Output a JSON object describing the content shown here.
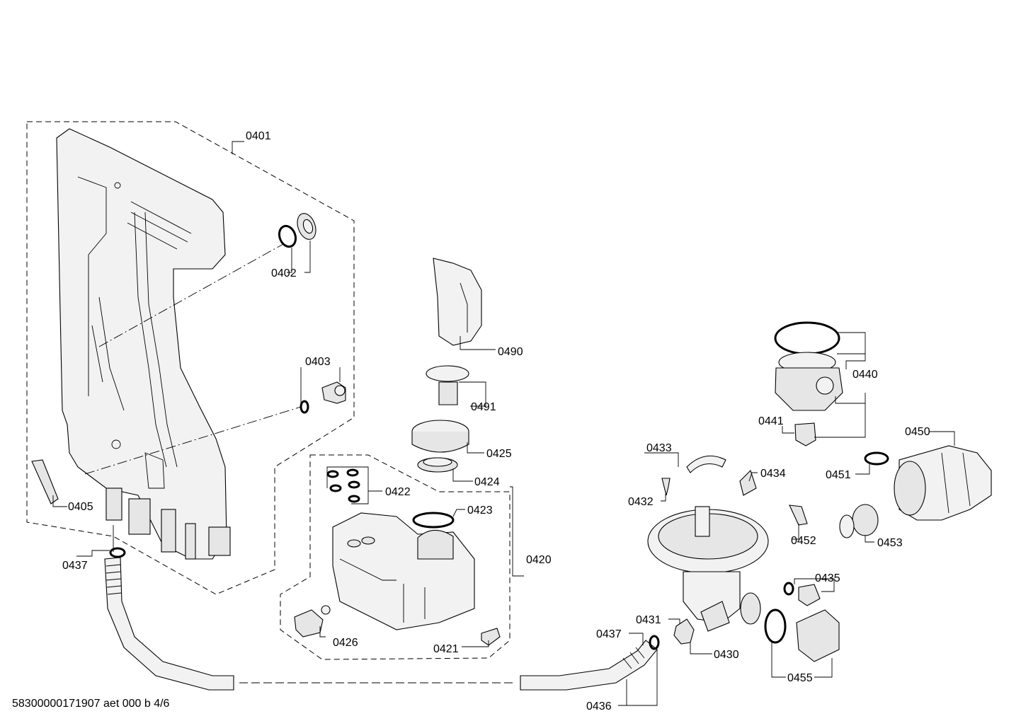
{
  "diagram": {
    "labels": [
      {
        "id": "p0401",
        "text": "0401"
      },
      {
        "id": "p0402",
        "text": "0402"
      },
      {
        "id": "p0403",
        "text": "0403"
      },
      {
        "id": "p0405",
        "text": "0405"
      },
      {
        "id": "p0437a",
        "text": "0437"
      },
      {
        "id": "p0490",
        "text": "0490"
      },
      {
        "id": "p0491",
        "text": "0491"
      },
      {
        "id": "p0425",
        "text": "0425"
      },
      {
        "id": "p0424",
        "text": "0424"
      },
      {
        "id": "p0422",
        "text": "0422"
      },
      {
        "id": "p0423",
        "text": "0423"
      },
      {
        "id": "p0420",
        "text": "0420"
      },
      {
        "id": "p0426",
        "text": "0426"
      },
      {
        "id": "p0421",
        "text": "0421"
      },
      {
        "id": "p0440",
        "text": "0440"
      },
      {
        "id": "p0441",
        "text": "0441"
      },
      {
        "id": "p0450",
        "text": "0450"
      },
      {
        "id": "p0451",
        "text": "0451"
      },
      {
        "id": "p0433",
        "text": "0433"
      },
      {
        "id": "p0434",
        "text": "0434"
      },
      {
        "id": "p0432",
        "text": "0432"
      },
      {
        "id": "p0452",
        "text": "0452"
      },
      {
        "id": "p0453",
        "text": "0453"
      },
      {
        "id": "p0435",
        "text": "0435"
      },
      {
        "id": "p0431",
        "text": "0431"
      },
      {
        "id": "p0437b",
        "text": "0437"
      },
      {
        "id": "p0430",
        "text": "0430"
      },
      {
        "id": "p0455",
        "text": "0455"
      },
      {
        "id": "p0436",
        "text": "0436"
      }
    ],
    "footer": "58300000171907 aet 000 b 4/6"
  }
}
